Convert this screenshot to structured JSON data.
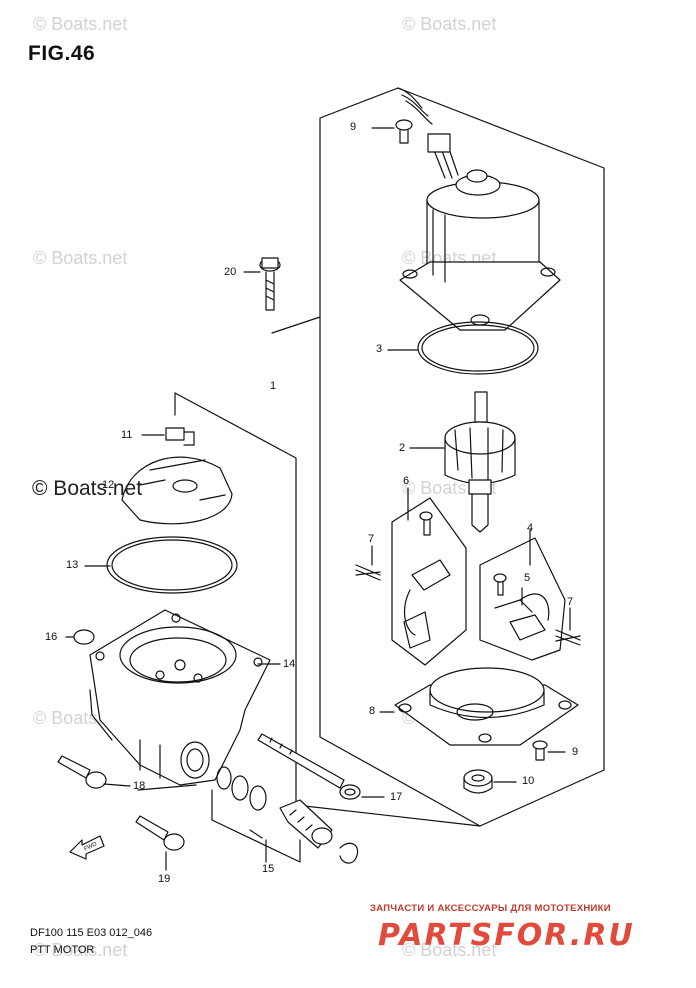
{
  "figure_title": "FIG.46",
  "watermark_text": "© Boats.net",
  "watermark_main": "© Boats.net",
  "diagram_code": "DF100 115 E03 012_046",
  "caption": "PTT MOTOR",
  "promo_text": "ЗАПЧАСТИ И АКСЕССУАРЫ ДЛЯ МОТОТЕХНИКИ",
  "promo_brand": "PARTSFOR.RU",
  "parts": {
    "p1": "1",
    "p2": "2",
    "p3": "3",
    "p4": "4",
    "p5": "5",
    "p6": "6",
    "p7a": "7",
    "p7b": "7",
    "p8": "8",
    "p9a": "9",
    "p9b": "9",
    "p10": "10",
    "p11": "11",
    "p12": "12",
    "p13": "13",
    "p14": "14",
    "p15": "15",
    "p16": "16",
    "p17": "17",
    "p18": "18",
    "p19": "19",
    "p20": "20"
  },
  "fwd_label": "FWD"
}
